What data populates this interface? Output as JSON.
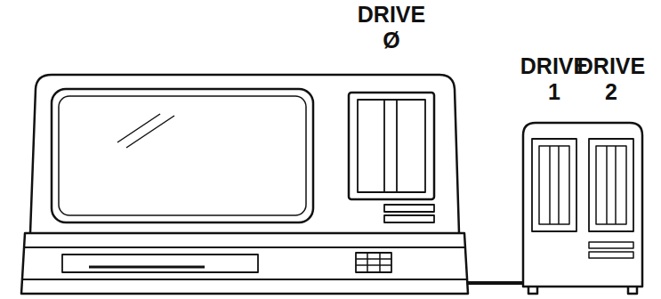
{
  "diagram": {
    "labels": [
      "DRIVE Ø",
      "DRIVE 1",
      "DRIVE 2"
    ]
  }
}
